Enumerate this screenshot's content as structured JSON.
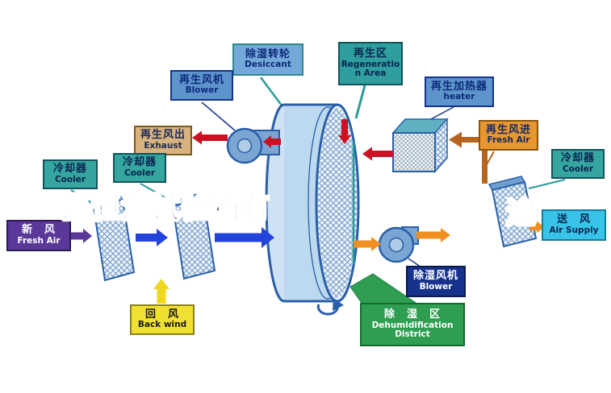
{
  "watermark": {
    "left_fragment": "温恒温试验箱有",
    "right_fragment": "途"
  },
  "labels": {
    "desiccant": {
      "zh": "除湿转轮",
      "en": "Desiccant"
    },
    "regeneration_area": {
      "zh": "再生区",
      "en": "Regeneration Area"
    },
    "regen_blower": {
      "zh": "再生风机",
      "en": "Blower"
    },
    "regen_heater": {
      "zh": "再生加热器",
      "en": "heater"
    },
    "exhaust": {
      "zh": "再生风出",
      "en": "Exhaust"
    },
    "regen_fresh_air": {
      "zh": "再生风进",
      "en": "Fresh Air"
    },
    "cooler_left_outer": {
      "zh": "冷却器",
      "en": "Cooler"
    },
    "cooler_left_inner": {
      "zh": "冷却器",
      "en": "Cooler"
    },
    "cooler_right": {
      "zh": "冷却器",
      "en": "Cooler"
    },
    "fresh_air": {
      "zh": "新　风",
      "en": "Fresh Air"
    },
    "air_supply": {
      "zh": "送　风",
      "en": "Air Supply"
    },
    "back_wind": {
      "zh": "回　风",
      "en": "Back wind"
    },
    "dehumid_blower": {
      "zh": "除湿风机",
      "en": "Blower"
    },
    "dehumid_district": {
      "zh": "除　湿　区",
      "en": "Dehumidification District"
    }
  },
  "colors": {
    "process_air_arrow": "#2244dd",
    "regeneration_hot_arrow": "#cc1122",
    "supply_air_arrow": "#f09020",
    "regen_inlet_arrow": "#b5651d",
    "return_air_arrow": "#f0d820",
    "fresh_air_arrow": "#5a3898",
    "wheel_body": "#bcd9ef",
    "wheel_outline": "#2a5fa8",
    "teal_accent": "#2f9e9e"
  }
}
